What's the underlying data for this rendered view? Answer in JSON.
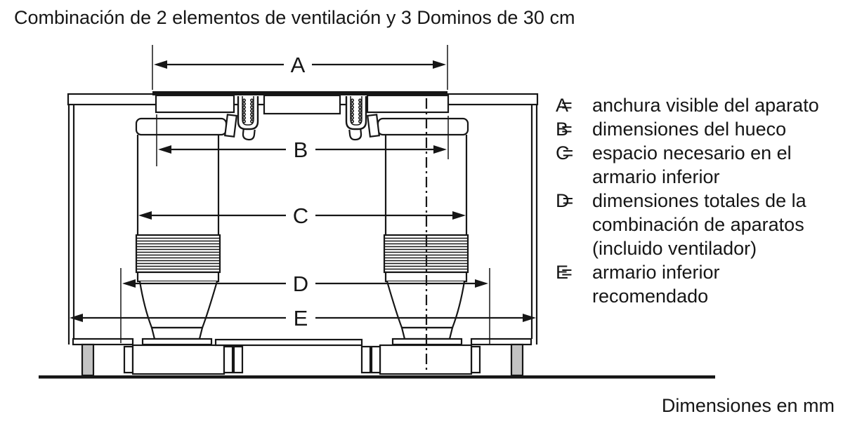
{
  "title": "Combinación de 2 elementos de ventilación y 3 Dominos de 30 cm",
  "footer": "Dimensiones en mm",
  "colors": {
    "line": "#161616",
    "foot_fill": "#c3c3c3",
    "cooktop": "#161616"
  },
  "drawing": {
    "dim_labels": {
      "a": "A",
      "b": "B",
      "c": "C",
      "d": "D",
      "e": "E"
    }
  },
  "legend": {
    "items": [
      {
        "letter": "A",
        "eq": "=",
        "lines": [
          "anchura visible del aparato"
        ]
      },
      {
        "letter": "B",
        "eq": "=",
        "lines": [
          "dimensiones del hueco"
        ]
      },
      {
        "letter": "C",
        "eq": "=",
        "lines": [
          "espacio necesario en el",
          "armario inferior"
        ]
      },
      {
        "letter": "D",
        "eq": "=",
        "lines": [
          "dimensiones totales de la",
          "combinación de aparatos",
          "(incluido ventilador)"
        ]
      },
      {
        "letter": "E",
        "eq": "=",
        "lines": [
          "armario inferior",
          "recomendado"
        ]
      }
    ]
  }
}
